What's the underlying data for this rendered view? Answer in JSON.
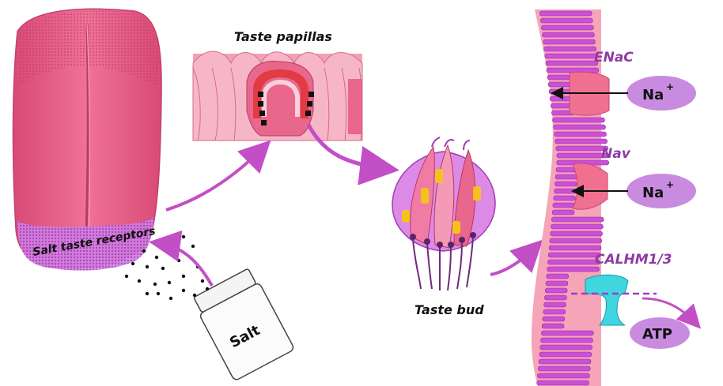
{
  "labels": {
    "taste_papillas": "Taste papillas",
    "salt_taste_receptors": "Salt taste receptors",
    "salt": "Salt",
    "taste_bud": "Taste bud",
    "enac": "ENaC",
    "nav": "Nav",
    "calhm": "CALHM1/3",
    "na_ion": "Na",
    "na_charge": "+",
    "atp": "ATP"
  },
  "colors": {
    "tongue": "#e95d86",
    "tongue_light": "#f08aa7",
    "membrane": "#f6a4b8",
    "lipid": "#cc4fd8",
    "ion_bubble": "#c98be0",
    "arrow": "#c24fc6",
    "text_purple": "#8e3aa6",
    "enac_channel": "#f07090",
    "calhm_channel": "#3fd6e0",
    "gland_yellow": "#f5c21b"
  },
  "icons": {
    "tongue": "tongue-illustration",
    "papillae": "papillae-illustration",
    "salt_shaker": "salt-shaker-icon",
    "taste_bud": "taste-bud-illustration",
    "membrane": "cell-membrane-illustration"
  }
}
